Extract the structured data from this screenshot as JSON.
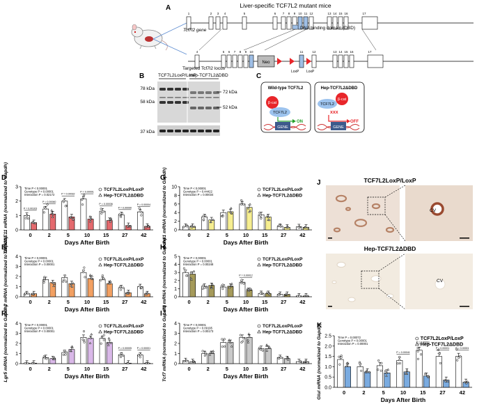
{
  "figure": {
    "header": "Liver-specific TCF7L2 mutant mice",
    "panel_letters": {
      "A": "A",
      "B": "B",
      "C": "C",
      "D": "D",
      "E": "E",
      "F": "F",
      "G": "G",
      "H": "H",
      "I": "I",
      "J": "J",
      "K": "K"
    },
    "gene_label": "Tcf7l2 gene",
    "targeted_label": "Targeted Tcf7l2 locus",
    "dbd_legend": "DNA binding domain (DBD)",
    "neo": "Neo",
    "loxp": "LoxP",
    "exons_top": [
      "1",
      "2",
      "3",
      "4",
      "5",
      "6",
      "7",
      "8",
      "9",
      "10",
      "11",
      "12",
      "13",
      "14",
      "15",
      "16",
      "17"
    ],
    "exons_bottom": [
      "4",
      "5",
      "6",
      "7",
      "8",
      "9",
      "10",
      "11",
      "12",
      "13",
      "14",
      "15",
      "16",
      "17"
    ],
    "blot": {
      "lane_label_1": "TCF7L2LoxP/LoxP",
      "lane_label_2": "Hep-TCF7L2ΔDBD",
      "left_markers": [
        "78 kDa",
        "58 kDa",
        "37 kDa"
      ],
      "right_markers": [
        "72 kDa",
        "52 kDa"
      ]
    },
    "schematic": {
      "wt_title": "Wild-type TCF7L2",
      "mut_title": "Hep-TCF7L2ΔDBD",
      "bcat": "β-cat",
      "tcf": "TCF7L2",
      "gene": "GENE",
      "on": "ON",
      "off": "OFF",
      "xxx": "xxx"
    },
    "micrographs": {
      "title_top": "TCF7L2LoxP/LoxP",
      "title_bottom": "Hep-TCF7L2ΔDBD",
      "cv": "CV"
    },
    "x_label": "Days After Birth",
    "legend_a": "TCF7L2LoxP/LoxP",
    "legend_b": "Hep-TCF7L2ΔDBD"
  },
  "chart_data": [
    {
      "panel": "D",
      "type": "bar",
      "ylabel": "Tcf7l2ΔE11 mRNA (normalized to Gapdh)",
      "categories": [
        "0",
        "2",
        "5",
        "10",
        "15",
        "27",
        "42"
      ],
      "ylim": [
        0,
        3
      ],
      "yticks": [
        "0",
        "1",
        "2",
        "3"
      ],
      "stats": [
        "Time P < 0.00001",
        "Genotype P < 0.00001",
        "Interaction P = 0.02172"
      ],
      "series": [
        {
          "name": "TCF7L2LoxP/LoxP",
          "values": [
            1.0,
            1.45,
            2.0,
            2.15,
            1.3,
            1.05,
            1.25
          ]
        },
        {
          "name": "Hep-TCF7L2ΔDBD",
          "values": [
            0.5,
            1.1,
            0.9,
            0.75,
            0.65,
            0.3,
            0.25
          ]
        }
      ],
      "pvals": [
        "P = 0.00103",
        "P = 0.00060",
        "P = 0.00032",
        "P < 0.00001",
        "P = 0.00036",
        "P = 0.00090",
        "P = 0.00004"
      ]
    },
    {
      "panel": "E",
      "type": "bar",
      "ylabel": "Axin2 mRNA (normalized to Gapdh)",
      "categories": [
        "0",
        "2",
        "5",
        "10",
        "15",
        "27",
        "42"
      ],
      "ylim": [
        0,
        4
      ],
      "yticks": [
        "0",
        "1",
        "2",
        "3",
        "4"
      ],
      "stats": [
        "Time P < 0.00001",
        "Genotype P < 0.00001",
        "Interaction P = 0.00001"
      ],
      "series": [
        {
          "name": "TCF7L2LoxP/LoxP",
          "values": [
            0.3,
            1.7,
            1.9,
            2.4,
            1.7,
            0.9,
            1.0
          ]
        },
        {
          "name": "Hep-TCF7L2ΔDBD",
          "values": [
            0.3,
            1.4,
            1.3,
            1.8,
            1.3,
            0.4,
            0.3
          ]
        }
      ],
      "pvals": []
    },
    {
      "panel": "F",
      "type": "bar",
      "ylabel": "Lgr5 mRNA (normalized to Gapdh)",
      "categories": [
        "0",
        "2",
        "5",
        "10",
        "15",
        "27",
        "42"
      ],
      "ylim": [
        0,
        4
      ],
      "yticks": [
        "0",
        "1",
        "2",
        "3",
        "4"
      ],
      "stats": [
        "Time P < 0.00001",
        "Genotype P < 0.00001",
        "Interaction P < 0.00001"
      ],
      "series": [
        {
          "name": "TCF7L2LoxP/LoxP",
          "values": [
            0.05,
            0.6,
            1.1,
            2.6,
            2.5,
            0.85,
            0.85
          ]
        },
        {
          "name": "Hep-TCF7L2ΔDBD",
          "values": [
            0.05,
            0.5,
            1.4,
            2.5,
            2.1,
            0.05,
            0.05
          ]
        }
      ],
      "pvals": [
        "",
        "",
        "",
        "",
        "",
        "P = 0.00005",
        "P = 0.00001"
      ]
    },
    {
      "panel": "G",
      "type": "bar",
      "ylabel": "Ccnd1 mRNA (normalized to Gapdh)",
      "categories": [
        "0",
        "2",
        "5",
        "10",
        "15",
        "27",
        "42"
      ],
      "ylim": [
        0,
        10
      ],
      "yticks": [
        "0",
        "2",
        "4",
        "6",
        "8",
        "10"
      ],
      "stats": [
        "Time P < 0.00001",
        "Genotype P = 0.44422",
        "Interaction P = 0.00034"
      ],
      "series": [
        {
          "name": "TCF7L2LoxP/LoxP",
          "values": [
            0.8,
            3.0,
            4.0,
            6.0,
            3.5,
            0.8,
            0.7
          ]
        },
        {
          "name": "Hep-TCF7L2ΔDBD",
          "values": [
            0.8,
            2.3,
            4.2,
            5.2,
            3.0,
            0.6,
            0.6
          ]
        }
      ],
      "pvals": []
    },
    {
      "panel": "H",
      "type": "bar",
      "ylabel": "Lef1 mRNA (normalized to Gapdh)",
      "categories": [
        "0",
        "2",
        "5",
        "10",
        "15",
        "27",
        "42"
      ],
      "ylim": [
        0,
        5
      ],
      "yticks": [
        "0",
        "1",
        "2",
        "3",
        "4",
        "5"
      ],
      "stats": [
        "Time P < 0.00001",
        "Genotype P = 0.00001",
        "Interaction P = 0.00248"
      ],
      "series": [
        {
          "name": "TCF7L2LoxP/LoxP",
          "values": [
            3.0,
            1.3,
            1.2,
            1.8,
            0.4,
            0.3,
            0.1
          ]
        },
        {
          "name": "Hep-TCF7L2ΔDBD",
          "values": [
            2.8,
            1.4,
            1.3,
            0.8,
            0.4,
            0.3,
            0.1
          ]
        }
      ],
      "pvals": [
        "",
        "",
        "",
        "P = 0.00012",
        "",
        "",
        ""
      ]
    },
    {
      "panel": "I",
      "type": "bar",
      "ylabel": "Tcf7 mRNA (normalized to Gapdh)",
      "categories": [
        "0",
        "2",
        "5",
        "10",
        "15",
        "27",
        "42"
      ],
      "ylim": [
        0,
        4
      ],
      "yticks": [
        "0",
        "1",
        "2",
        "3",
        "4"
      ],
      "stats": [
        "Time P < 0.00001",
        "Genotype P = 0.09195",
        "Interaction P = 0.00173"
      ],
      "series": [
        {
          "name": "TCF7L2LoxP/LoxP",
          "values": [
            0.3,
            1.0,
            2.1,
            2.6,
            1.5,
            0.6,
            0.2
          ]
        },
        {
          "name": "Hep-TCF7L2ΔDBD",
          "values": [
            0.2,
            1.0,
            2.1,
            2.6,
            1.5,
            0.5,
            0.2
          ]
        }
      ],
      "pvals": []
    },
    {
      "panel": "K",
      "type": "bar",
      "ylabel": "Glul mRNA (normalized to Gapdh)",
      "categories": [
        "0",
        "2",
        "5",
        "10",
        "15",
        "27",
        "42"
      ],
      "ylim": [
        0,
        2.5
      ],
      "yticks": [
        "0.0",
        "0.5",
        "1.0",
        "1.5",
        "2.0",
        "2.5"
      ],
      "stats": [
        "Time P = 0.00072",
        "Genotype P < 0.00001",
        "Interaction P = 0.00001"
      ],
      "series": [
        {
          "name": "TCF7L2LoxP/LoxP",
          "values": [
            1.35,
            1.0,
            1.05,
            1.3,
            1.8,
            1.5,
            1.5
          ]
        },
        {
          "name": "Hep-TCF7L2ΔDBD",
          "values": [
            1.0,
            0.75,
            0.7,
            0.75,
            0.55,
            0.35,
            0.25
          ]
        }
      ],
      "pvals": [
        "",
        "",
        "",
        "P = 0.00041",
        "P = 0.00001",
        "P = 0.00001",
        "P = 0.00001"
      ]
    }
  ],
  "colors": {
    "D": "#e46a6e",
    "E": "#f2a062",
    "F": "#d9b8e8",
    "G": "#f6ee90",
    "H": "#a59a5a",
    "I": "#c9c9c9",
    "K": "#7aabe0",
    "open": "#ffffff",
    "dbd": "#9fbfe6",
    "bcat": "#e8262a",
    "tcf": "#9dc3ee",
    "gene": "#3d5a8c",
    "on": "#24a02a",
    "off": "#e8262a"
  }
}
